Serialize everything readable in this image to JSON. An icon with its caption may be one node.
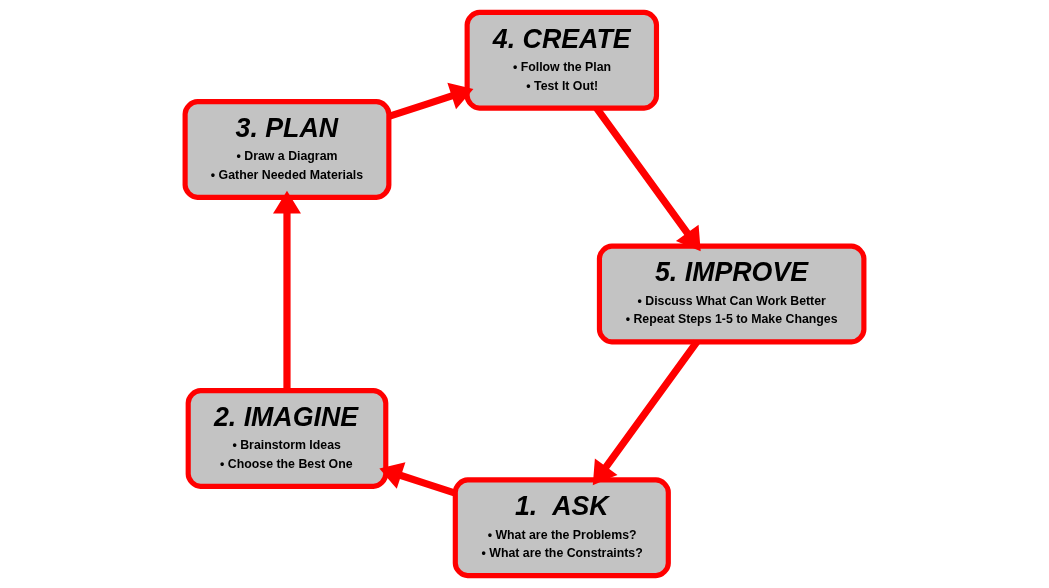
{
  "diagram": {
    "nodes": [
      {
        "text": [
          "1.  ASK",
          "• What are the Problems?",
          "• What are the Constraints?"
        ]
      },
      {
        "text": [
          "2. IMAGINE",
          "• Brainstorm Ideas",
          "• Choose the Best One"
        ]
      },
      {
        "text": [
          "3. PLAN",
          "• Draw a Diagram",
          "• Gather Needed Materials"
        ]
      },
      {
        "text": [
          "4. CREATE",
          "• Follow the Plan",
          "• Test It Out!"
        ]
      },
      {
        "text": [
          "5. IMPROVE",
          "• Discuss What Can Work Better",
          "• Repeat Steps 1-5 to Make Changes"
        ]
      }
    ],
    "edges": [
      {
        "from": 0,
        "to": 1,
        "arrow": "to"
      },
      {
        "from": 1,
        "to": 2,
        "arrow": "to"
      },
      {
        "from": 2,
        "to": 3,
        "arrow": "to"
      },
      {
        "from": 3,
        "to": 4,
        "arrow": "to"
      },
      {
        "from": 4,
        "to": 0,
        "arrow": "to"
      }
    ]
  }
}
